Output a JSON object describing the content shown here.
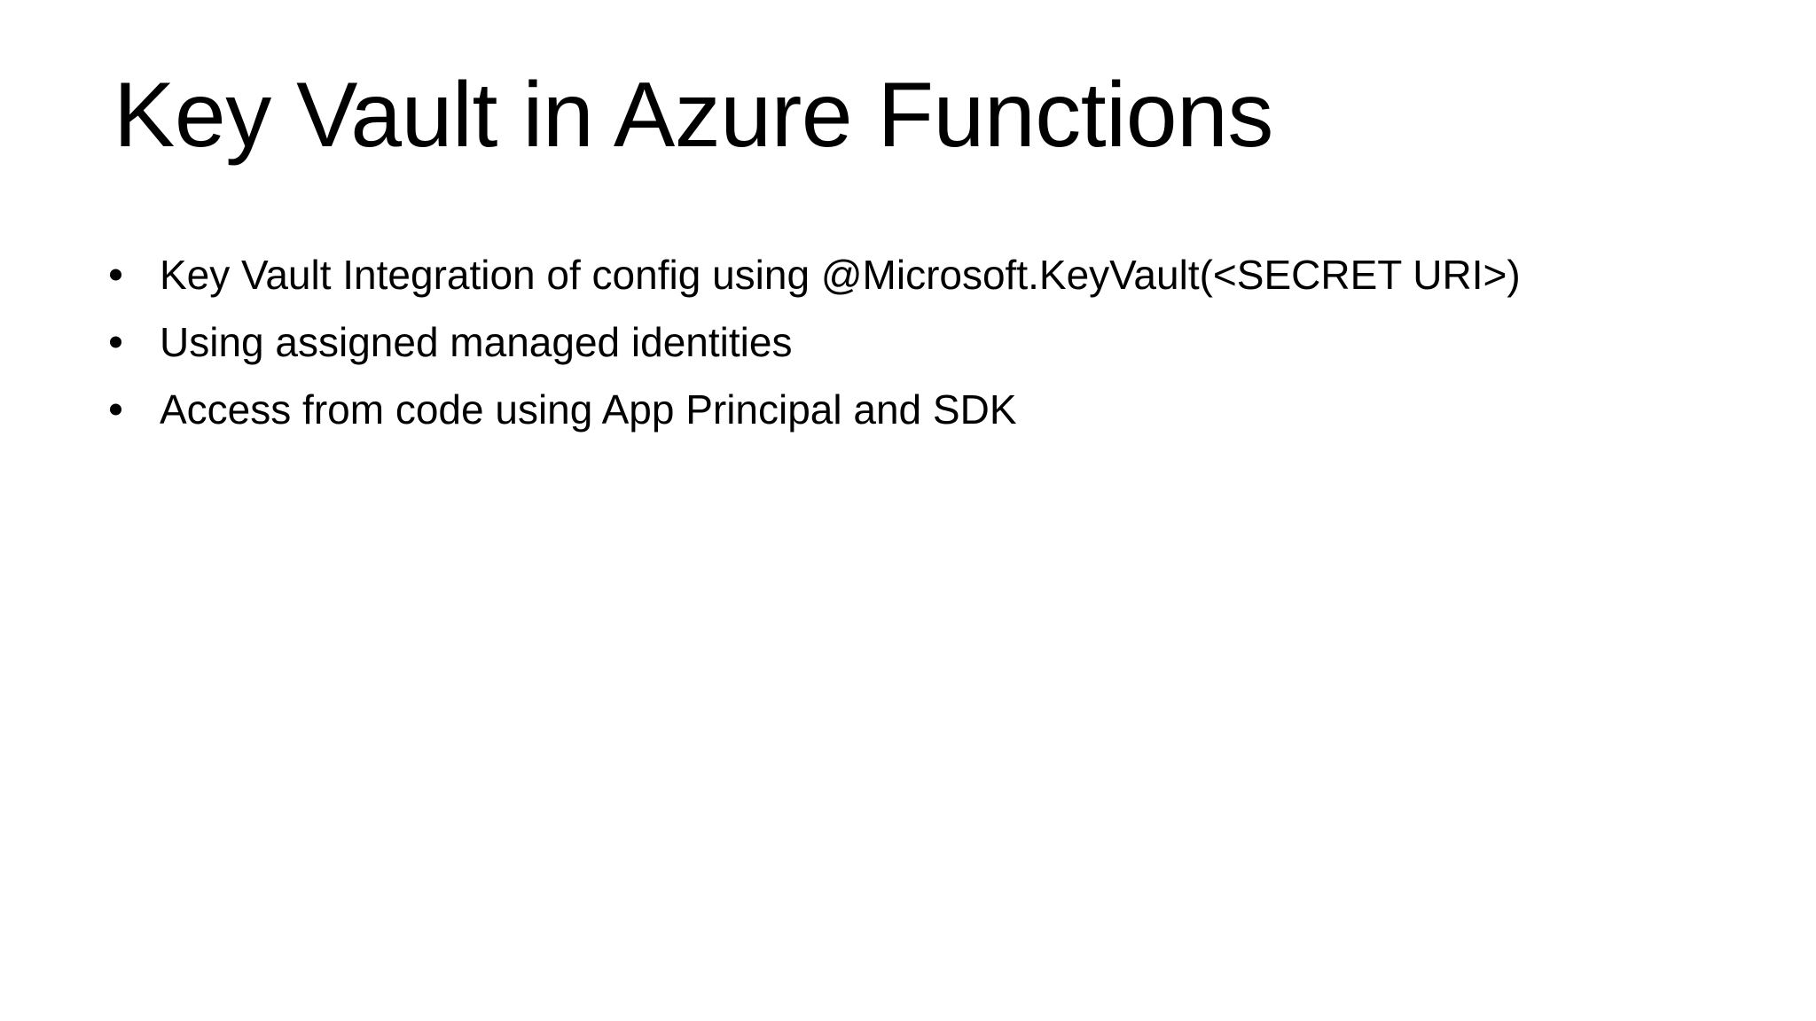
{
  "slide": {
    "background_color": "#ffffff",
    "text_color": "#000000",
    "title": "Key Vault in Azure Functions",
    "bullet_marker_glyph": "•",
    "bullets": [
      {
        "text": "Key Vault Integration of config using @Microsoft.KeyVault(<SECRET URI>)"
      },
      {
        "text": "Using assigned managed identities"
      },
      {
        "text": "Access from code using App Principal and SDK"
      }
    ]
  }
}
